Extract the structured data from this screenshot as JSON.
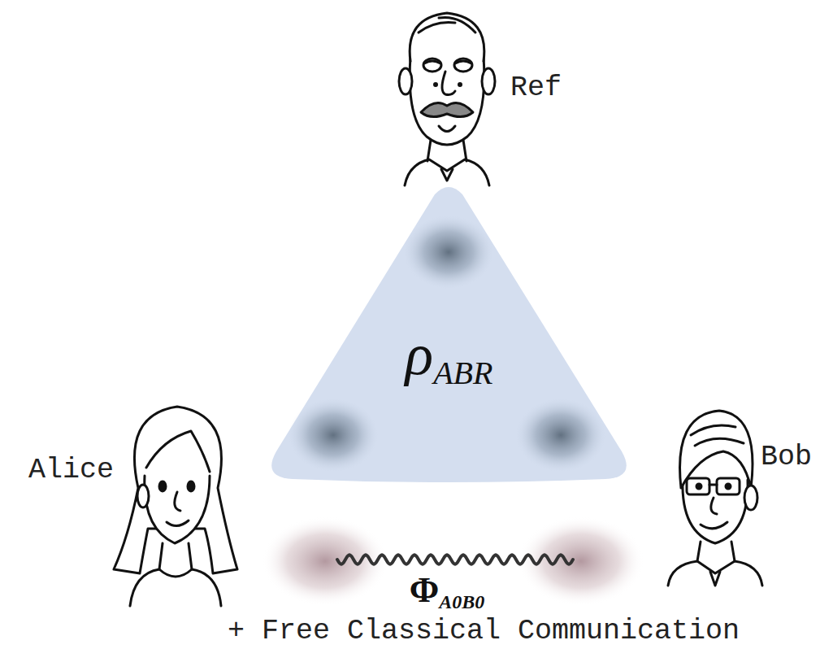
{
  "diagram": {
    "nodes": [
      {
        "text": [
          "ρ",
          "ABR"
        ]
      }
    ],
    "labels": [
      "Ref",
      "Alice",
      "Bob",
      "Φ",
      "A0B0",
      "+ Free Classical Communication"
    ]
  }
}
